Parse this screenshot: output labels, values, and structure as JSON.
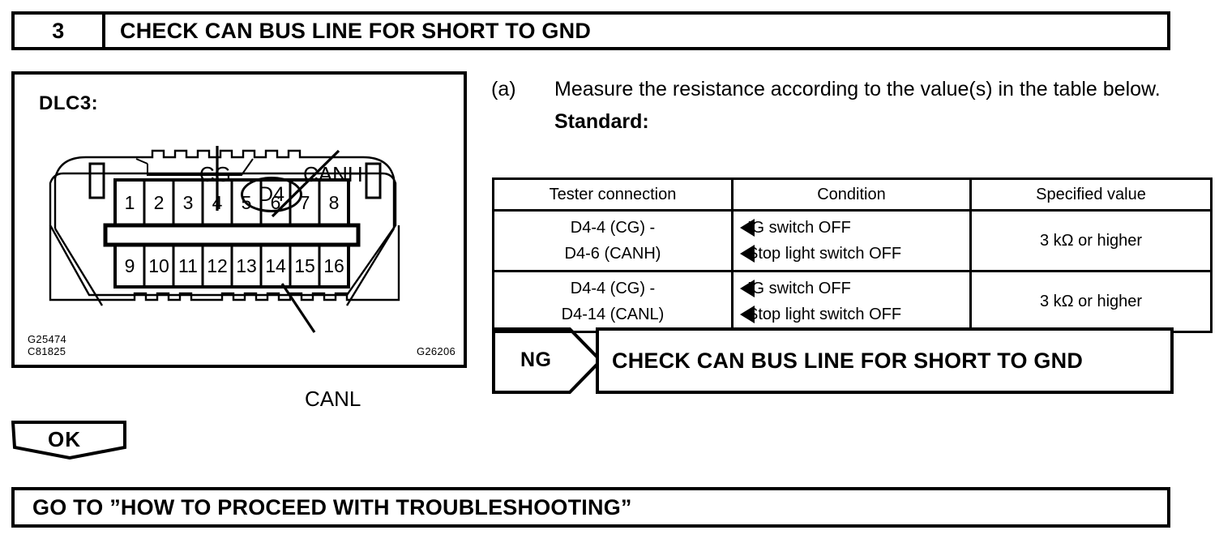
{
  "step_header": {
    "number": "3",
    "title": "CHECK CAN BUS LINE FOR SHORT TO GND"
  },
  "figure": {
    "connector_name": "DLC3:",
    "badge": "D4",
    "labels": {
      "cg": "CG",
      "canh": "CANH",
      "canl": "CANL"
    },
    "pins_top": [
      "1",
      "2",
      "3",
      "4",
      "5",
      "6",
      "7",
      "8"
    ],
    "pins_bottom": [
      "9",
      "10",
      "11",
      "12",
      "13",
      "14",
      "15",
      "16"
    ],
    "code_left": "G25474\nC81825",
    "code_right": "G26206"
  },
  "instruction": {
    "marker": "(a)",
    "text": "Measure the resistance according to the value(s) in the table below.",
    "standard_label": "Standard:"
  },
  "spec_table": {
    "headers": [
      "Tester connection",
      "Condition",
      "Specified value"
    ],
    "rows": [
      {
        "connection": "D4-4 (CG) -\nD4-6  (CANH)",
        "conditions": [
          "IG switch OFF",
          "Stop light switch OFF"
        ],
        "value": "3 kΩ or higher"
      },
      {
        "connection": "D4-4 (CG) -\nD4-14  (CANL)",
        "conditions": [
          "IG switch OFF",
          "Stop light switch OFF"
        ],
        "value": "3 kΩ or higher"
      }
    ]
  },
  "ng_result": {
    "label": "NG",
    "action": "CHECK CAN BUS LINE FOR SHORT TO GND"
  },
  "ok_result": {
    "label": "OK"
  },
  "goto_bar": {
    "text": "GO TO ”HOW TO PROCEED WITH TROUBLESHOOTING”"
  },
  "colors": {
    "ink": "#000000",
    "paper": "#ffffff"
  }
}
